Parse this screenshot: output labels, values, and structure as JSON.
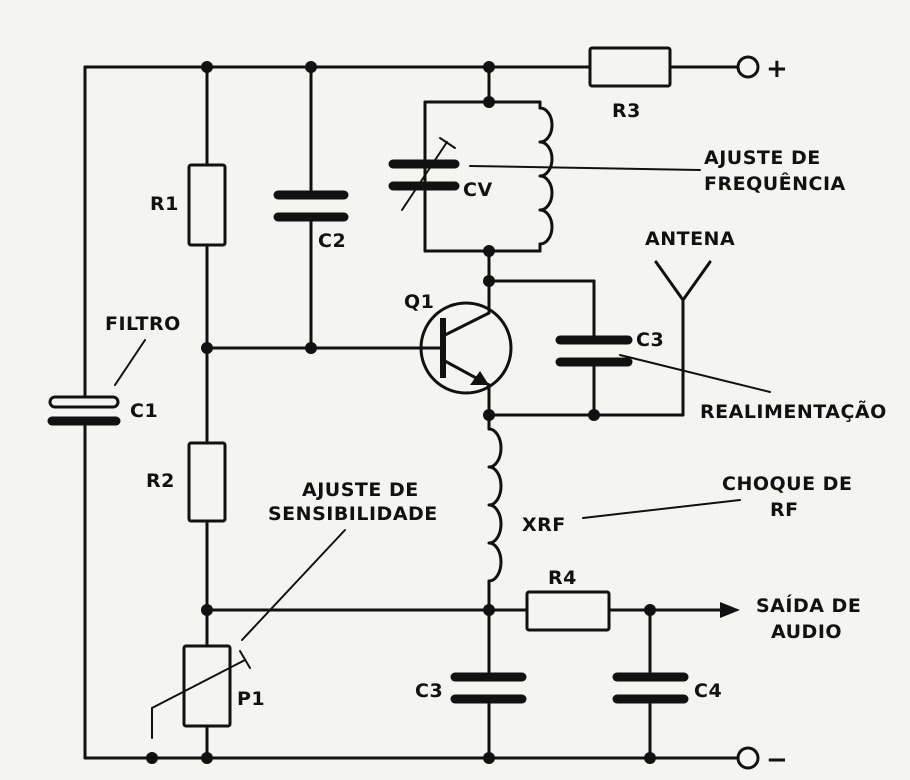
{
  "diagram": {
    "components": {
      "r1": "R1",
      "r2": "R2",
      "r3": "R3",
      "r4": "R4",
      "c1": "C1",
      "c2": "C2",
      "c3_top": "C3",
      "c3_bottom": "C3",
      "c4": "C4",
      "cv": "CV",
      "q1": "Q1",
      "p1": "P1",
      "xrf": "XRF"
    },
    "annotations": {
      "ajuste_frequencia": [
        "AJUSTE DE",
        "FREQUÊNCIA"
      ],
      "antena": "ANTENA",
      "filtro": "FILTRO",
      "realimentacao": "REALIMENTAÇÃO",
      "choque_rf": [
        "CHOQUE DE",
        "RF"
      ],
      "ajuste_sensibilidade": [
        "AJUSTE DE",
        "SENSIBILIDADE"
      ],
      "saida_audio": [
        "SAÍDA DE",
        "AUDIO"
      ]
    },
    "terminals": {
      "plus": "+",
      "minus": "−"
    }
  }
}
